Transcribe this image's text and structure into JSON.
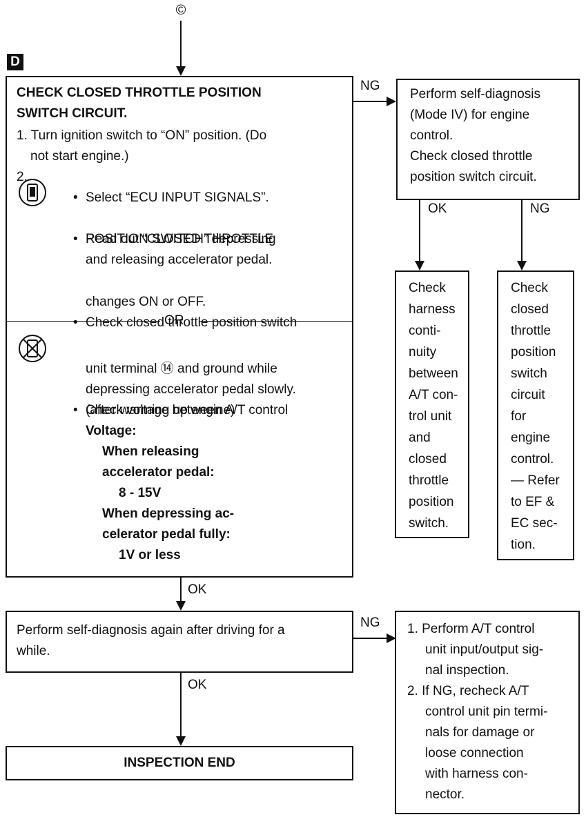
{
  "connector_top": "©",
  "section_badge": "D",
  "labels": {
    "ng": "NG",
    "ok": "OK",
    "or": "OR"
  },
  "step1": {
    "title_line1": "CHECK CLOSED THROTTLE POSITION",
    "title_line2": "SWITCH CIRCUIT.",
    "item1_a": "1. Turn ignition switch to “ON” position. (Do",
    "item1_b": "not start engine.)",
    "item2": "2.",
    "consult_bullets": [
      "Select “ECU INPUT SIGNALS”.",
      "Read out “CLOSED THROTTLE",
      "POSITION SWITCH” depressing",
      "and releasing accelerator pedal.",
      "Check closed throttle position switch",
      "changes ON or OFF."
    ],
    "nocons_lines": [
      "Check voltage between A/T control",
      "unit terminal ⑭ and ground while",
      "depressing accelerator pedal slowly.",
      "(after warming up engine)"
    ],
    "voltage_label": "Voltage:",
    "when_releasing_1": "When releasing",
    "when_releasing_2": "accelerator pedal:",
    "release_value": "8 - 15V",
    "when_depressing_1": "When depressing ac-",
    "when_depressing_2": "celerator pedal fully:",
    "depress_value": "1V or less"
  },
  "selfdiag": {
    "lines": [
      "Perform self-diagnosis",
      "(Mode IV) for engine",
      "control.",
      "Check closed throttle",
      "position switch circuit."
    ]
  },
  "harness_check": {
    "lines": [
      "Check",
      "harness",
      "conti-",
      "nuity",
      "between",
      "A/T con-",
      "trol unit",
      "and",
      "closed",
      "throttle",
      "position",
      "switch."
    ]
  },
  "engine_check": {
    "lines": [
      "Check",
      "closed",
      "throttle",
      "position",
      "switch",
      "circuit",
      "for",
      "engine",
      "control.",
      "— Refer",
      "to EF &",
      "EC sec-",
      "tion."
    ]
  },
  "step2": {
    "line1": "Perform self-diagnosis again after driving for a",
    "line2": "while."
  },
  "at_inspection": {
    "lines": [
      "1. Perform A/T control",
      "unit input/output sig-",
      "nal inspection.",
      "2. If NG, recheck A/T",
      "control unit pin termi-",
      "nals for damage or",
      "loose connection",
      "with harness con-",
      "nector."
    ]
  },
  "end": {
    "label": "INSPECTION END"
  }
}
